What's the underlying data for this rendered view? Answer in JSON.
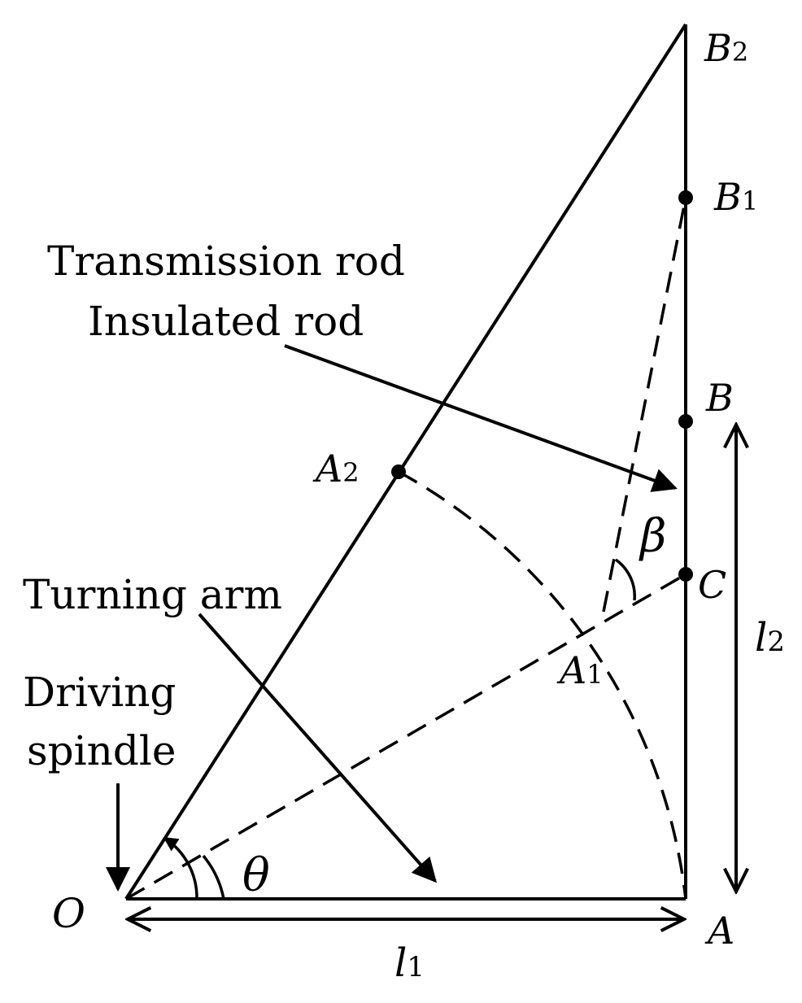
{
  "points": {
    "O": "O",
    "A": "A",
    "A1": {
      "main": "A",
      "sub": "1"
    },
    "A2": {
      "main": "A",
      "sub": "2"
    },
    "B": "B",
    "B1": {
      "main": "B",
      "sub": "1"
    },
    "B2": {
      "main": "B",
      "sub": "2"
    },
    "C": "C"
  },
  "dimensions": {
    "l1": {
      "main": "l",
      "sub": "1"
    },
    "l2": {
      "main": "l",
      "sub": "2"
    }
  },
  "angles": {
    "theta": "θ",
    "beta": "β"
  },
  "annotations": {
    "transmission_rod": "Transmission rod",
    "insulated_rod": "Insulated rod",
    "turning_arm": "Turning arm",
    "driving_line1": "Driving",
    "driving_line2": "spindle"
  },
  "colors": {
    "ink": "#000000",
    "background": "#ffffff"
  }
}
